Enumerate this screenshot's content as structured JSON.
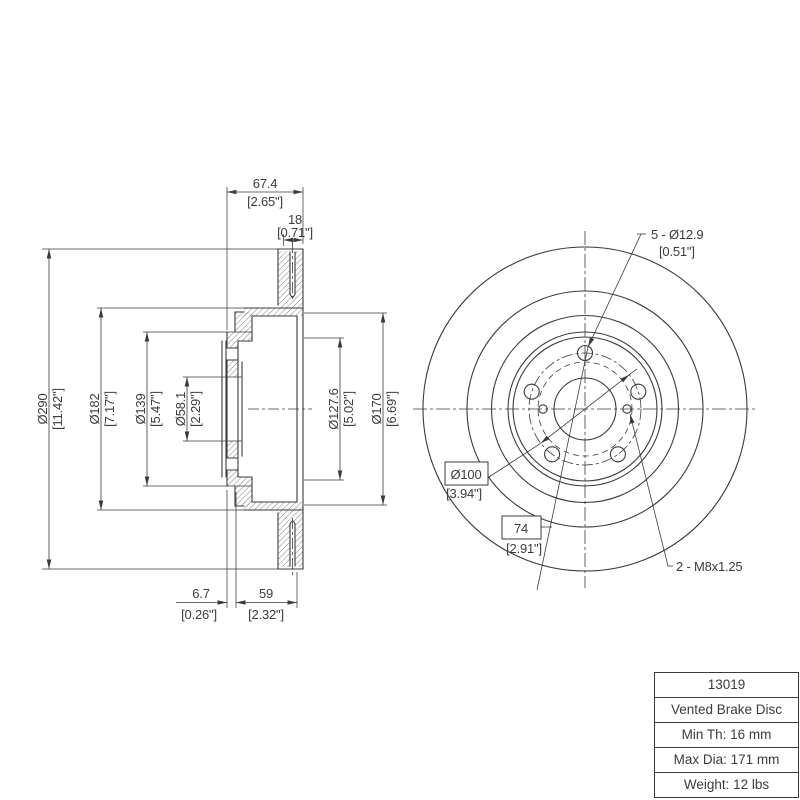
{
  "drawing": {
    "title": "Vented Brake Disc technical drawing",
    "part_number": "13019",
    "line_color": "#3b3b3b",
    "dims": {
      "overall_width_mm": "67.4",
      "overall_width_in": "[2.65\"]",
      "ring_thickness_mm": "18",
      "ring_thickness_in": "[0.71\"]",
      "outer_dia_mm": "Ø290",
      "outer_dia_in": "[11.42\"]",
      "hat_dia_mm": "Ø182",
      "hat_dia_in": "[7.17\"]",
      "flange_dia_mm": "Ø139",
      "flange_dia_in": "[5.47\"]",
      "center_bore_mm": "Ø58.1",
      "center_bore_in": "[2.29\"]",
      "inner_step_dia_mm": "Ø127.6",
      "inner_step_dia_in": "[5.02\"]",
      "hat_outer_dia_mm": "Ø170",
      "hat_outer_dia_in": "[6.69\"]",
      "offset_mm": "6.7",
      "offset_in": "[0.26\"]",
      "hat_depth_mm": "59",
      "hat_depth_in": "[2.32\"]",
      "bolt_holes": "5 - Ø12.9",
      "bolt_holes_in": "[0.51\"]",
      "bolt_circle_mm": "Ø100",
      "bolt_circle_in": "[3.94\"]",
      "service_hole_spacing_mm": "74",
      "service_hole_spacing_in": "[2.91\"]",
      "thread_callout": "2 - M8x1.25"
    },
    "table": {
      "rows": [
        "13019",
        "Vented Brake Disc",
        "Min Th: 16 mm",
        "Max Dia: 171 mm",
        "Weight: 12 lbs"
      ]
    }
  }
}
